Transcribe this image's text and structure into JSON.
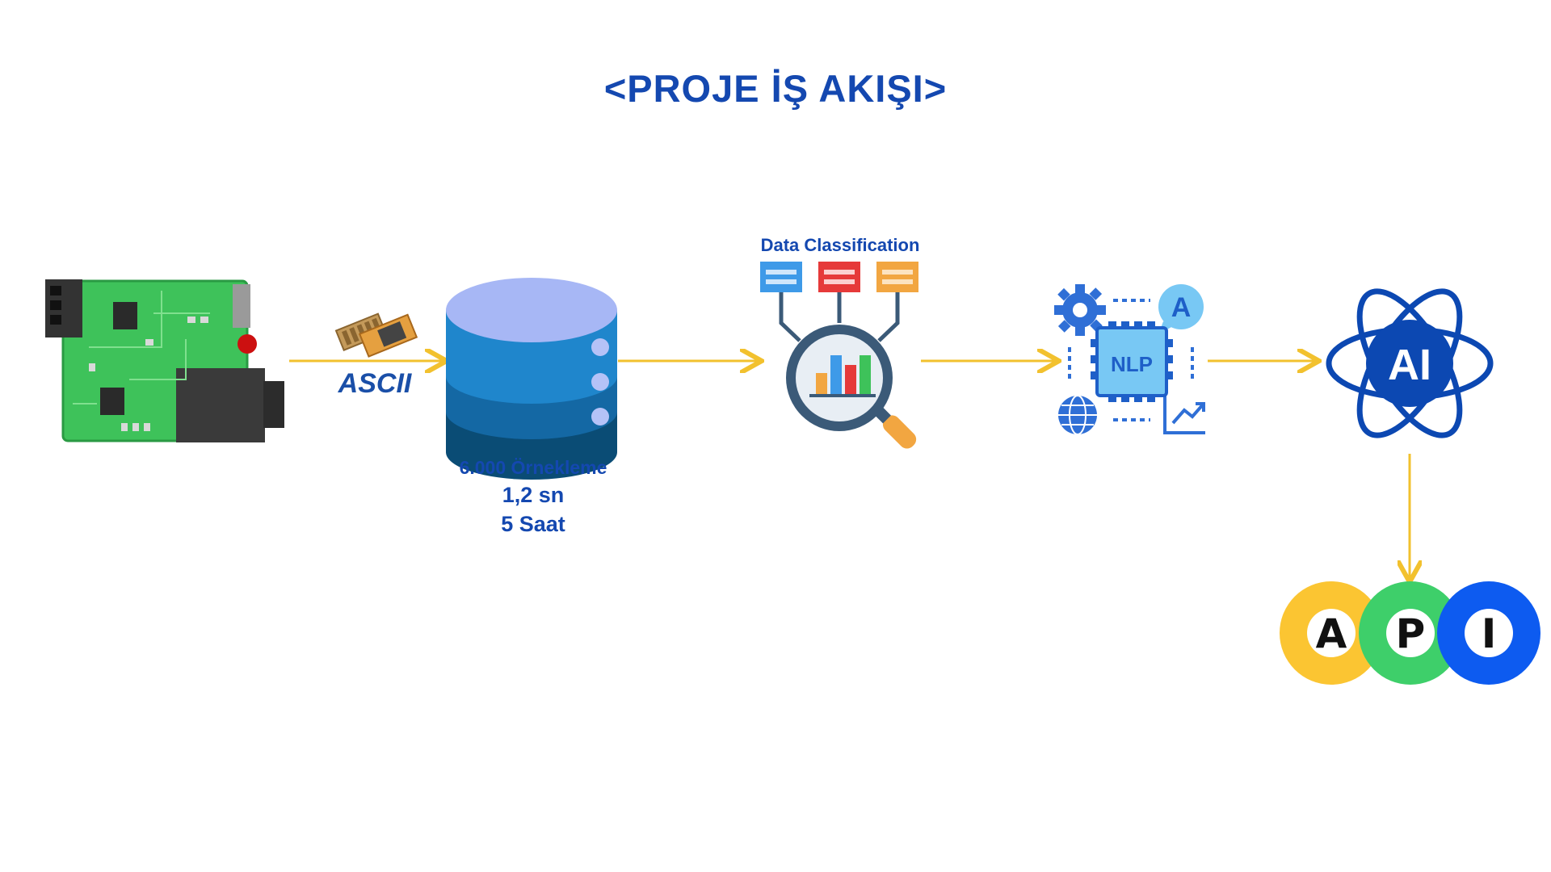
{
  "title": "<PROJE İŞ AKIŞI>",
  "ascii_label": "ASCII",
  "database": {
    "samples": "6.000 Örnekleme",
    "interval": "1,2 sn",
    "duration": "5 Saat"
  },
  "classification": {
    "label": "Data Classification"
  },
  "nlp": {
    "chip_label": "NLP",
    "bubble_letter": "A"
  },
  "ai": {
    "label": "AI"
  },
  "api": {
    "letters": [
      "A",
      "P",
      "I"
    ]
  },
  "colors": {
    "title": "#1448b0",
    "arrow": "#f2c12e",
    "pcb": "#3ec25a",
    "db_top": "#a7b7f5",
    "db_layer1": "#1f86cc",
    "db_layer2": "#1468a4",
    "db_layer3": "#0a4c75",
    "api_a": "#fbc532",
    "api_p": "#3ecf6a",
    "api_i": "#0d5bf0",
    "ai_orbit": "#0c48b2"
  }
}
